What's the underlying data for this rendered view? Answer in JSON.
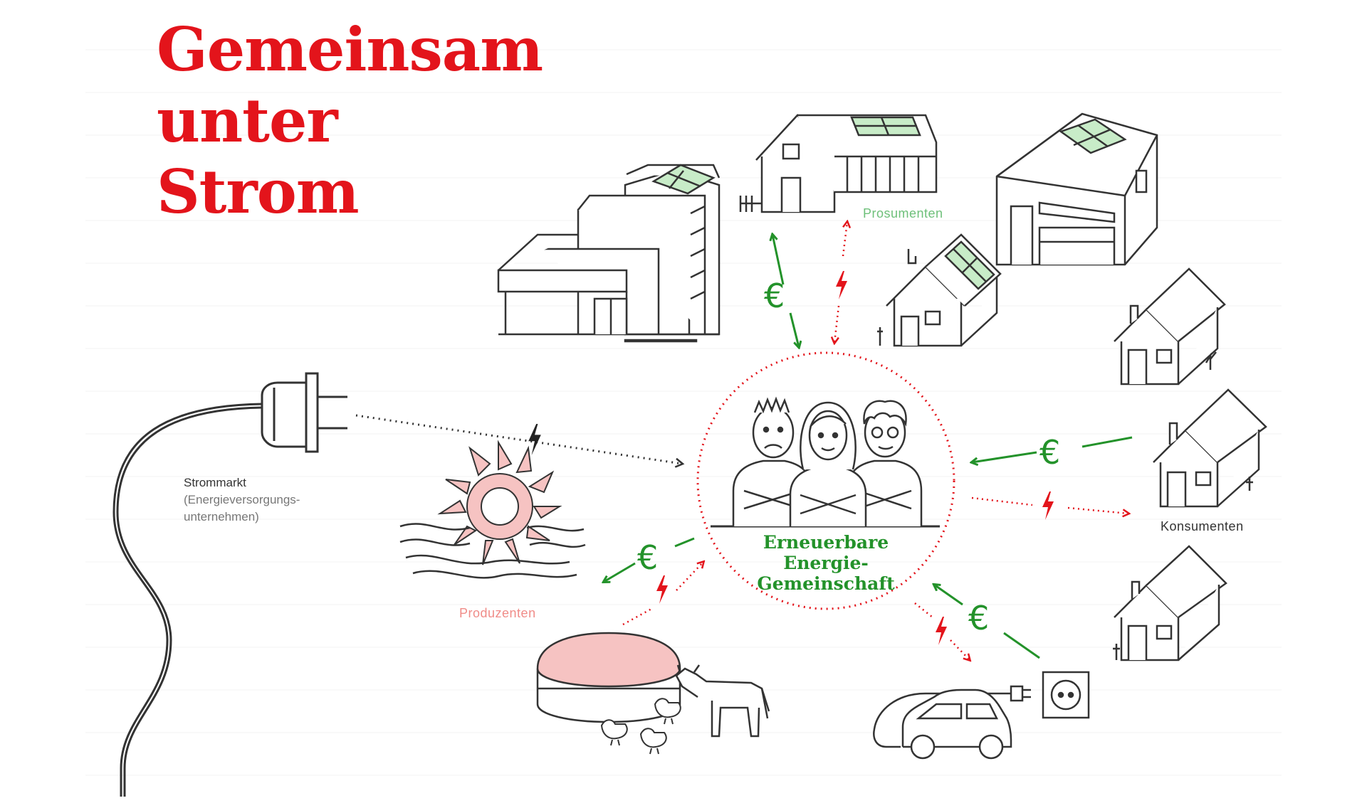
{
  "title": {
    "line1": "Gemeinsam",
    "line2": "unter",
    "line3": "Strom"
  },
  "labels": {
    "prosumenten": "Prosumenten",
    "konsumenten": "Konsumenten",
    "produzenten": "Produzenten",
    "strommarkt": "Strommarkt",
    "strommarkt_sub1": "(Energieversorgungs-",
    "strommarkt_sub2": "unternehmen)"
  },
  "center": {
    "line1": "Erneuerbare",
    "line2": "Energie-",
    "line3": "Gemeinschaft"
  },
  "symbols": {
    "euro": "€"
  },
  "colors": {
    "red": "#e3141b",
    "green": "#23922a",
    "light_green": "#6ec07a",
    "pink": "#f08c88",
    "line": "#333333"
  },
  "icons": [
    "power-plug-icon",
    "water-turbine-icon",
    "biogas-tank-icon",
    "cow-icon",
    "chicken-icon",
    "electric-car-icon",
    "power-socket-icon",
    "lightning-icon",
    "euro-icon",
    "solar-panel-icon",
    "house-icon",
    "apartment-building-icon",
    "community-people-icon"
  ]
}
